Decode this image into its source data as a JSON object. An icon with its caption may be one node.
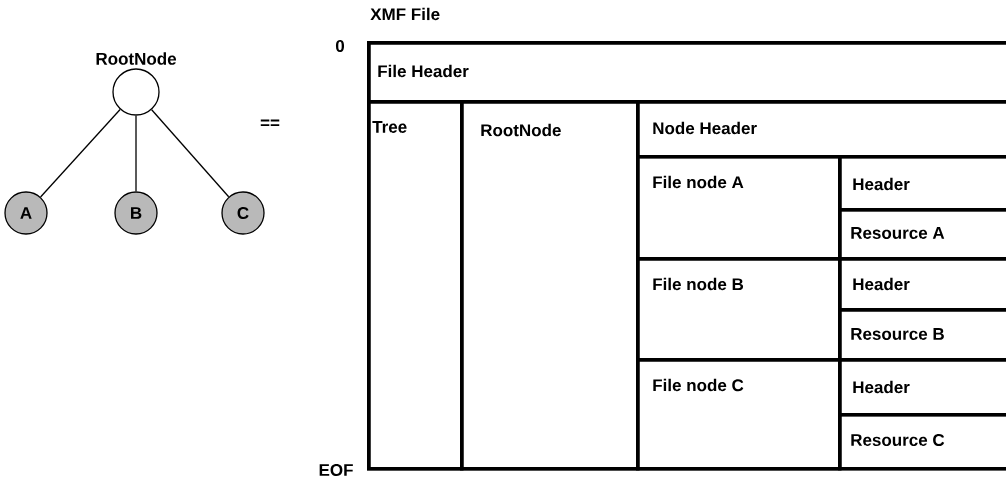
{
  "diagram": {
    "nodes": [
      {
        "text": [
          "RootNode"
        ]
      },
      {
        "text": [
          "A"
        ]
      },
      {
        "text": [
          "B"
        ]
      },
      {
        "text": [
          "C"
        ]
      },
      {
        "text": [
          "XMF File"
        ]
      },
      {
        "text": [
          "File Header"
        ],
        "in": 4
      },
      {
        "text": [
          "Tree"
        ],
        "in": 4
      },
      {
        "text": [
          "RootNode"
        ],
        "in": 4
      },
      {
        "text": [
          "Node Header"
        ],
        "in": 4
      },
      {
        "text": [
          "File node A"
        ],
        "in": 4
      },
      {
        "text": [
          "Header"
        ],
        "in": 4
      },
      {
        "text": [
          "Resource A"
        ],
        "in": 4
      },
      {
        "text": [
          "File node B"
        ],
        "in": 4
      },
      {
        "text": [
          "Header"
        ],
        "in": 4
      },
      {
        "text": [
          "Resource B"
        ],
        "in": 4
      },
      {
        "text": [
          "File node C"
        ],
        "in": 4
      },
      {
        "text": [
          "Header"
        ],
        "in": 4
      },
      {
        "text": [
          "Resource C"
        ],
        "in": 4
      }
    ],
    "edges": [
      {
        "from": 0,
        "to": 1,
        "arrow": "none"
      },
      {
        "from": 0,
        "to": 2,
        "arrow": "none"
      },
      {
        "from": 0,
        "to": 3,
        "arrow": "none"
      }
    ],
    "labels": [
      "==",
      "0",
      "EOF"
    ]
  }
}
